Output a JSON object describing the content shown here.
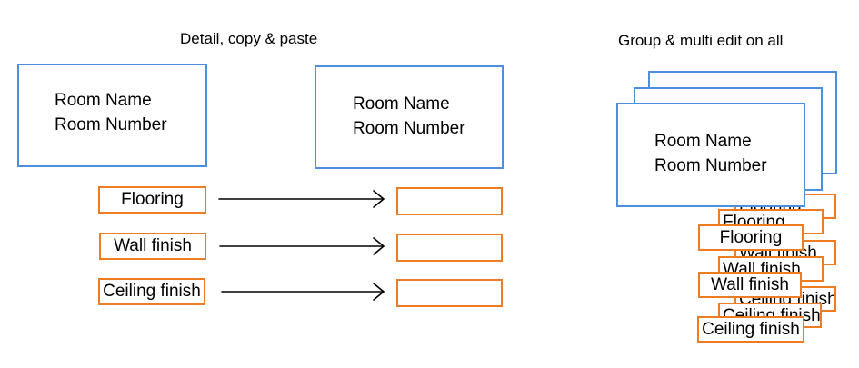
{
  "diagram": {
    "left_title": "Detail, copy & paste",
    "right_title": "Group & multi edit on all",
    "room": {
      "name": "Room Name",
      "number": "Room Number"
    },
    "params": {
      "flooring": "Flooring",
      "wall_finish": "Wall finish",
      "ceiling_finish": "Ceiling finish"
    },
    "colors": {
      "room_border": "#4b8fe0",
      "param_border": "#ec7d22",
      "arrow": "#000000"
    }
  }
}
